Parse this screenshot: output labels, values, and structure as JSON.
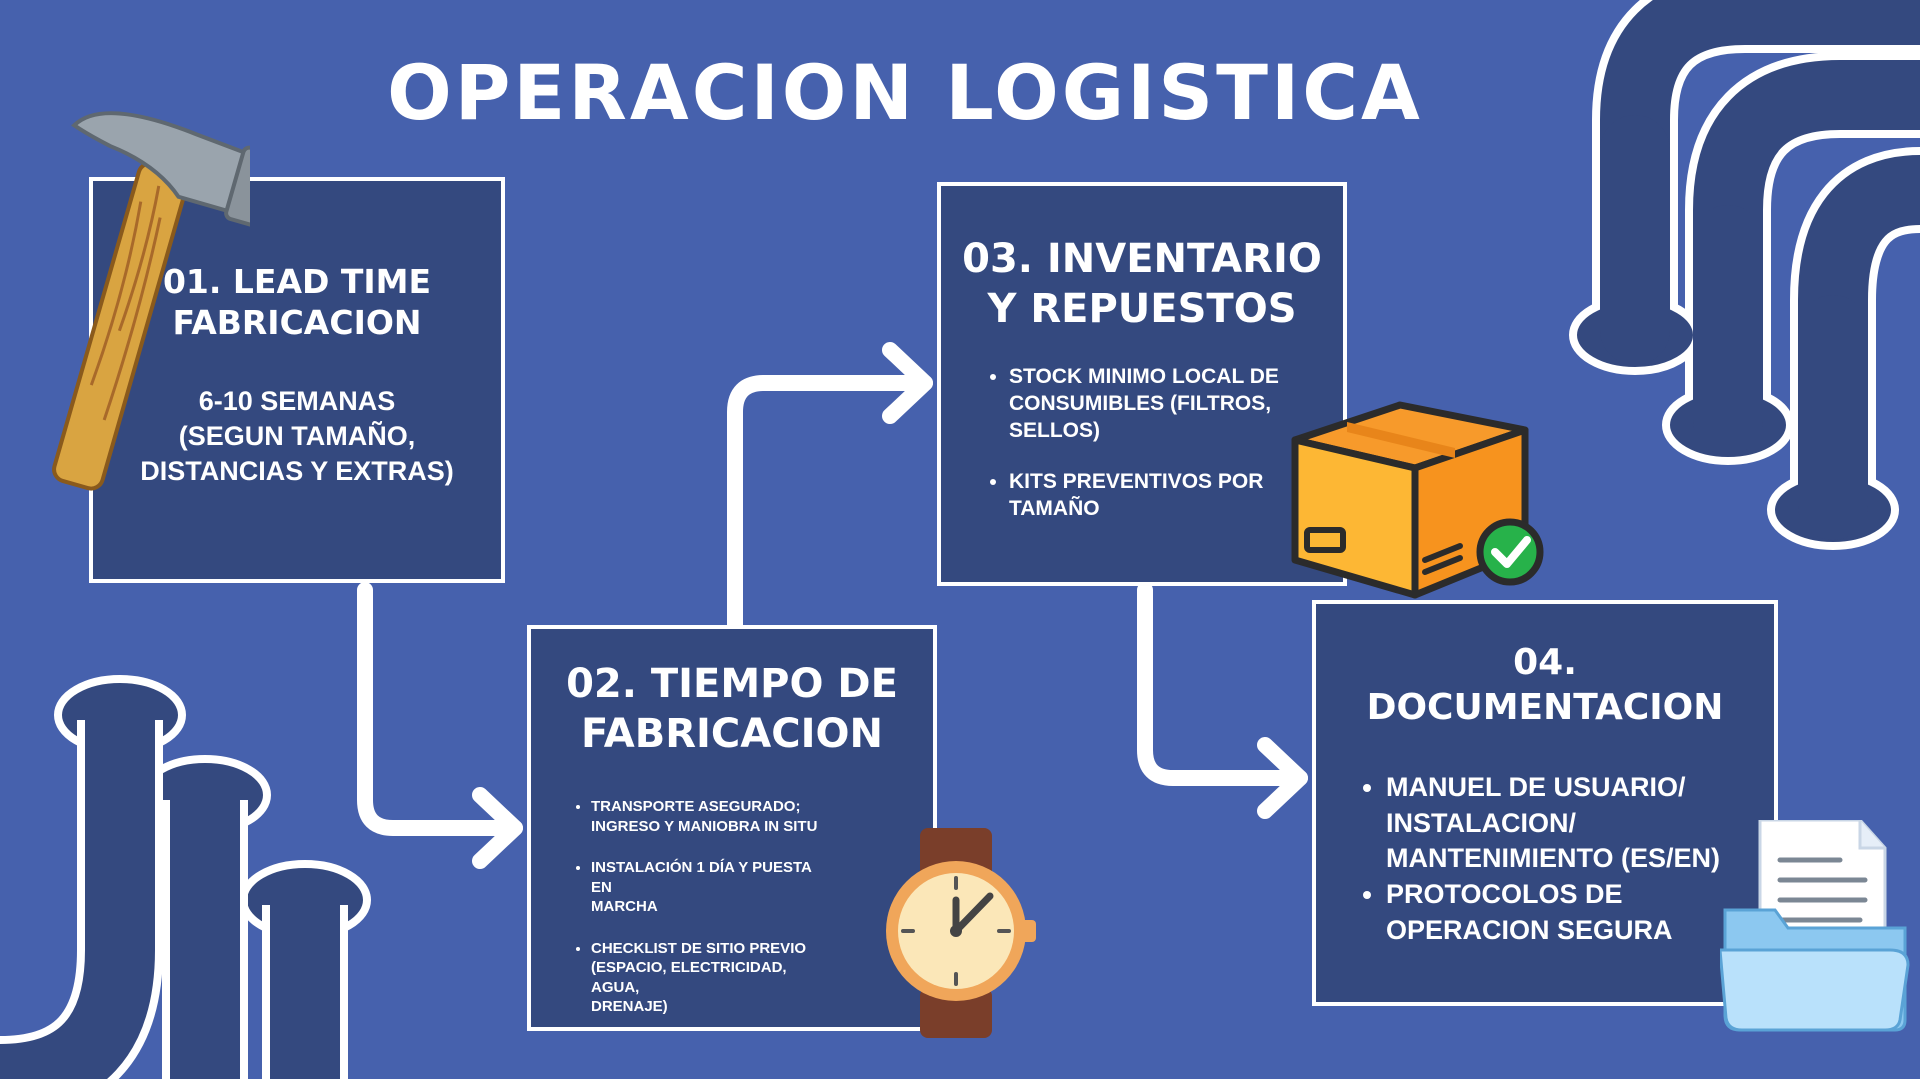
{
  "title": "OPERACION LOGISTICA",
  "steps": [
    {
      "heading": [
        "01. LEAD TIME",
        "FABRICACION"
      ],
      "detail": [
        "6-10 SEMANAS",
        "(SEGUN TAMAÑO,",
        "DISTANCIAS Y EXTRAS)"
      ]
    },
    {
      "heading": [
        "02. TIEMPO DE",
        "FABRICACION"
      ],
      "bullets": [
        [
          "TRANSPORTE ASEGURADO;",
          "INGRESO Y MANIOBRA IN SITU"
        ],
        [
          "INSTALACIÓN 1 DÍA Y PUESTA EN",
          "MARCHA"
        ],
        [
          "CHECKLIST DE SITIO PREVIO",
          "(ESPACIO, ELECTRICIDAD, AGUA,",
          "DRENAJE)"
        ]
      ]
    },
    {
      "heading": [
        "03. INVENTARIO",
        "Y REPUESTOS"
      ],
      "bullets": [
        [
          "STOCK MINIMO LOCAL DE",
          "CONSUMIBLES (FILTROS,",
          "SELLOS)"
        ],
        [
          "KITS PREVENTIVOS POR",
          "TAMAÑO"
        ]
      ]
    },
    {
      "heading": [
        "04.",
        "DOCUMENTACION"
      ],
      "bullets": [
        [
          "MANUEL DE USUARIO/",
          "INSTALACION/",
          "MANTENIMIENTO (ES/EN)"
        ],
        [
          "PROTOCOLOS DE",
          "OPERACION SEGURA"
        ]
      ]
    }
  ],
  "icons": [
    "hammer-icon",
    "watch-icon",
    "box-check-icon",
    "document-folder-icon",
    "pipes-decoration"
  ],
  "colors": {
    "background": "#4661ad",
    "card": "#34497f",
    "pipe": "#34497f",
    "outline": "#ffffff"
  }
}
